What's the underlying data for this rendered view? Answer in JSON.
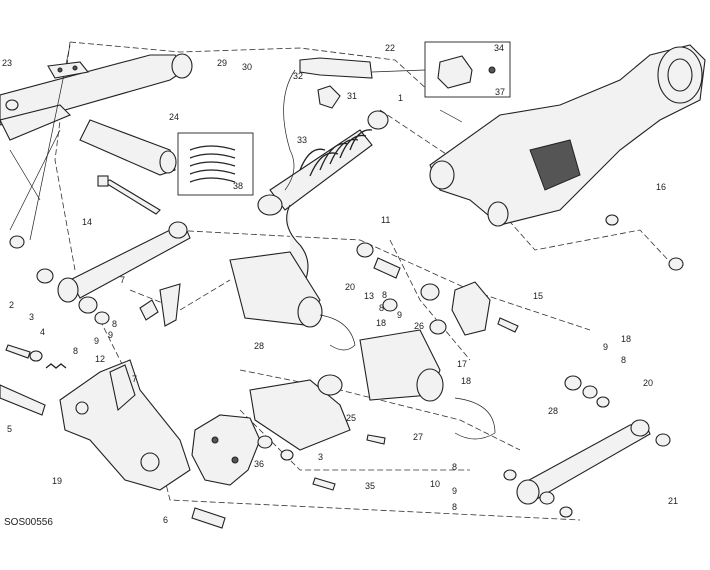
{
  "figure": {
    "ref_code": "SOS00556",
    "callout_numbers": [
      "1",
      "2",
      "3",
      "4",
      "5",
      "6",
      "7",
      "8",
      "9",
      "10",
      "11",
      "12",
      "13",
      "14",
      "15",
      "16",
      "17",
      "18",
      "19",
      "20",
      "21",
      "22",
      "23",
      "24",
      "25",
      "26",
      "27",
      "28",
      "29",
      "30",
      "31",
      "32",
      "33",
      "34",
      "35",
      "36",
      "37",
      "38"
    ]
  },
  "callouts": [
    {
      "id": "c1",
      "label": "1"
    },
    {
      "id": "c2",
      "label": "2"
    },
    {
      "id": "c3a",
      "label": "3"
    },
    {
      "id": "c3b",
      "label": "3"
    },
    {
      "id": "c4",
      "label": "4"
    },
    {
      "id": "c5",
      "label": "5"
    },
    {
      "id": "c6",
      "label": "6"
    },
    {
      "id": "c7a",
      "label": "7"
    },
    {
      "id": "c7b",
      "label": "7"
    },
    {
      "id": "c8a",
      "label": "8"
    },
    {
      "id": "c8b",
      "label": "8"
    },
    {
      "id": "c8c",
      "label": "8"
    },
    {
      "id": "c8d",
      "label": "8"
    },
    {
      "id": "c8e",
      "label": "8"
    },
    {
      "id": "c8f",
      "label": "8"
    },
    {
      "id": "c8g",
      "label": "8"
    },
    {
      "id": "c9a",
      "label": "9"
    },
    {
      "id": "c9b",
      "label": "9"
    },
    {
      "id": "c9c",
      "label": "9"
    },
    {
      "id": "c9d",
      "label": "9"
    },
    {
      "id": "c9e",
      "label": "9"
    },
    {
      "id": "c10",
      "label": "10"
    },
    {
      "id": "c11",
      "label": "11"
    },
    {
      "id": "c12",
      "label": "12"
    },
    {
      "id": "c13",
      "label": "13"
    },
    {
      "id": "c14",
      "label": "14"
    },
    {
      "id": "c15",
      "label": "15"
    },
    {
      "id": "c16",
      "label": "16"
    },
    {
      "id": "c17",
      "label": "17"
    },
    {
      "id": "c18a",
      "label": "18"
    },
    {
      "id": "c18b",
      "label": "18"
    },
    {
      "id": "c18c",
      "label": "18"
    },
    {
      "id": "c19",
      "label": "19"
    },
    {
      "id": "c20a",
      "label": "20"
    },
    {
      "id": "c20b",
      "label": "20"
    },
    {
      "id": "c21",
      "label": "21"
    },
    {
      "id": "c22",
      "label": "22"
    },
    {
      "id": "c23",
      "label": "23"
    },
    {
      "id": "c24",
      "label": "24"
    },
    {
      "id": "c25",
      "label": "25"
    },
    {
      "id": "c26",
      "label": "26"
    },
    {
      "id": "c27",
      "label": "27"
    },
    {
      "id": "c28a",
      "label": "28"
    },
    {
      "id": "c28b",
      "label": "28"
    },
    {
      "id": "c29",
      "label": "29"
    },
    {
      "id": "c30",
      "label": "30"
    },
    {
      "id": "c31",
      "label": "31"
    },
    {
      "id": "c32",
      "label": "32"
    },
    {
      "id": "c33",
      "label": "33"
    },
    {
      "id": "c34",
      "label": "34"
    },
    {
      "id": "c35",
      "label": "35"
    },
    {
      "id": "c36",
      "label": "36"
    },
    {
      "id": "c37",
      "label": "37"
    },
    {
      "id": "c38",
      "label": "38"
    }
  ]
}
